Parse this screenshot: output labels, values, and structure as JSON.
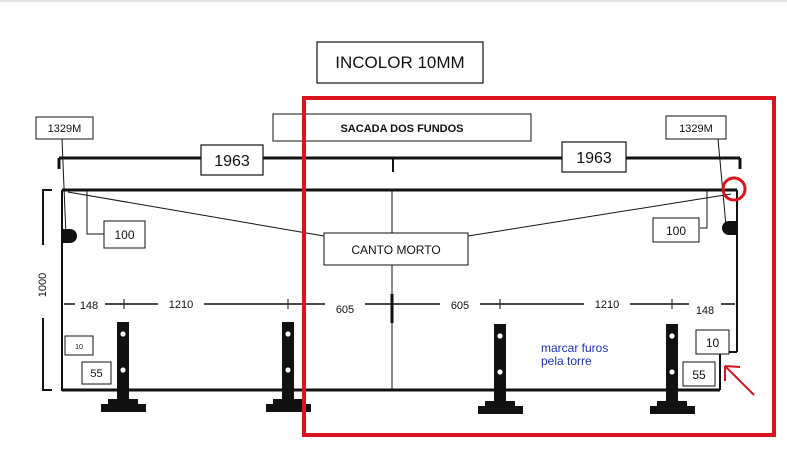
{
  "title": "INCOLOR 10MM",
  "header_label": "SACADA DOS FUNDOS",
  "tags": {
    "left": "1329M",
    "right": "1329M"
  },
  "widths": {
    "left": "1963",
    "right": "1963"
  },
  "corner_labels": {
    "left": "100",
    "right": "100"
  },
  "center_label": "CANTO MORTO",
  "height_label": "1000",
  "spacing": {
    "s1": "148",
    "s2": "1210",
    "s3": "605",
    "s4": "605",
    "s5": "1210",
    "s6": "148"
  },
  "small_boxes": {
    "left_small": "10",
    "left_lower": "55",
    "right_small": "10",
    "right_lower": "55"
  },
  "note": {
    "line1": "marcar furos",
    "line2": "pela torre"
  },
  "colors": {
    "highlight": "#d9141c",
    "note": "#1f2fbf",
    "line": "#111111"
  }
}
